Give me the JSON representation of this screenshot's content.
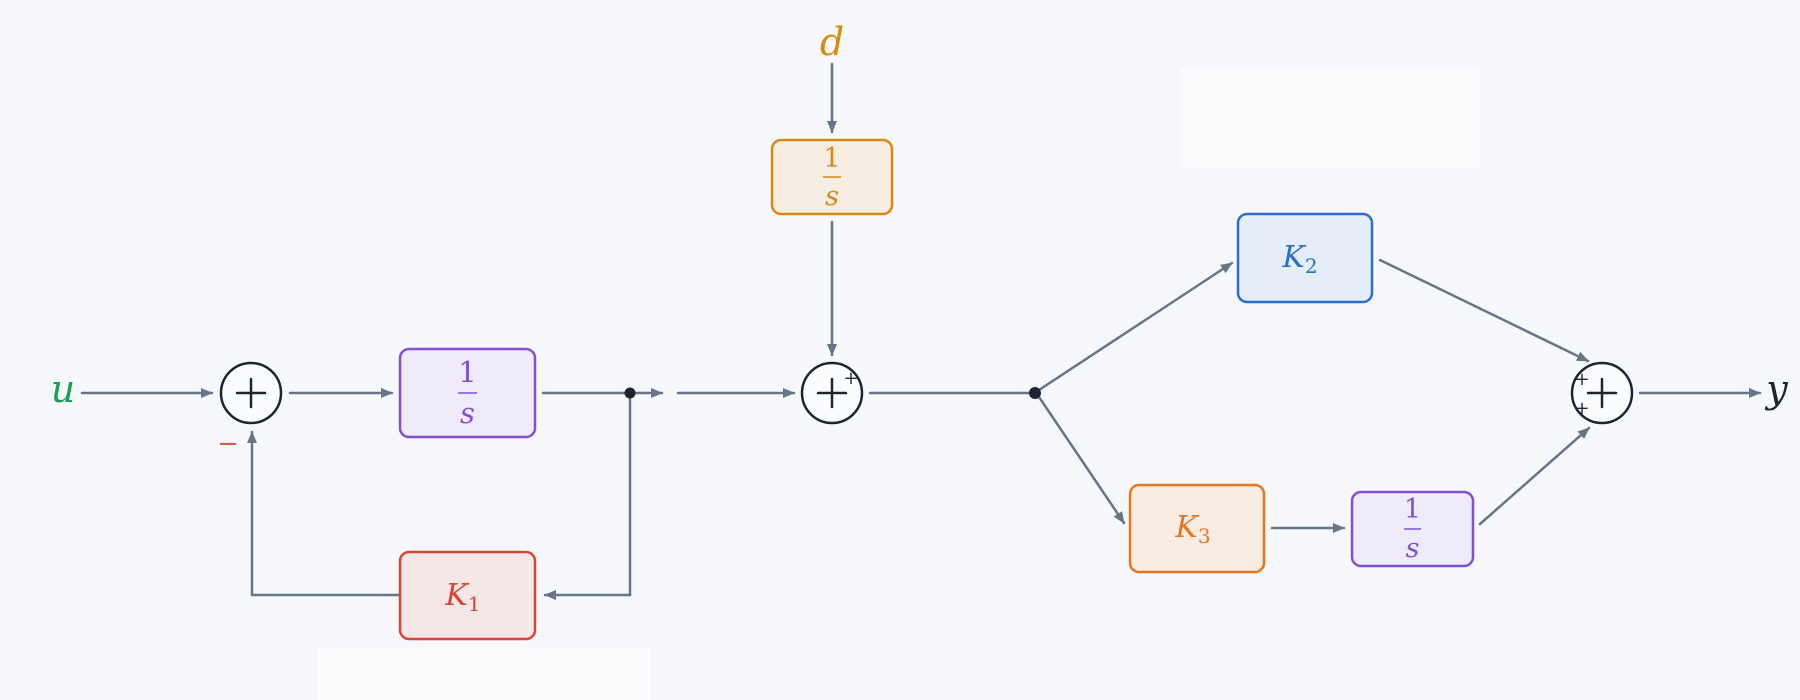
{
  "signals": {
    "input": "u",
    "output": "y",
    "disturbance": "d"
  },
  "blocks": {
    "integrator_1": {
      "numerator": "1",
      "denominator": "s"
    },
    "integrator_d": {
      "numerator": "1",
      "denominator": "s"
    },
    "integrator_3": {
      "numerator": "1",
      "denominator": "s"
    },
    "gain_k1": {
      "symbol": "K",
      "subscript": "1"
    },
    "gain_k2": {
      "symbol": "K",
      "subscript": "2"
    },
    "gain_k3": {
      "symbol": "K",
      "subscript": "3"
    }
  },
  "signs": {
    "sum1_feedback": "−",
    "sum2_disturbance": "+",
    "sum3_top": "+",
    "sum3_bottom": "+"
  },
  "colors": {
    "background": "#f7f8fb",
    "wire": "#66758a",
    "input": "#16a05a",
    "output": "#1f2430",
    "disturbance": "#d78a12",
    "integrator": "#8250d8",
    "integrator_fill": "#efebfa",
    "disturbance_block": "#d78a12",
    "disturbance_block_fill": "#f6ede3",
    "k1": "#d84535",
    "k1_fill": "#f6e7e7",
    "k2": "#2b6fcc",
    "k2_fill": "#e4edf8",
    "k3": "#e87620",
    "k3_fill": "#f9ece2",
    "minus_sign": "#e05a4a"
  }
}
